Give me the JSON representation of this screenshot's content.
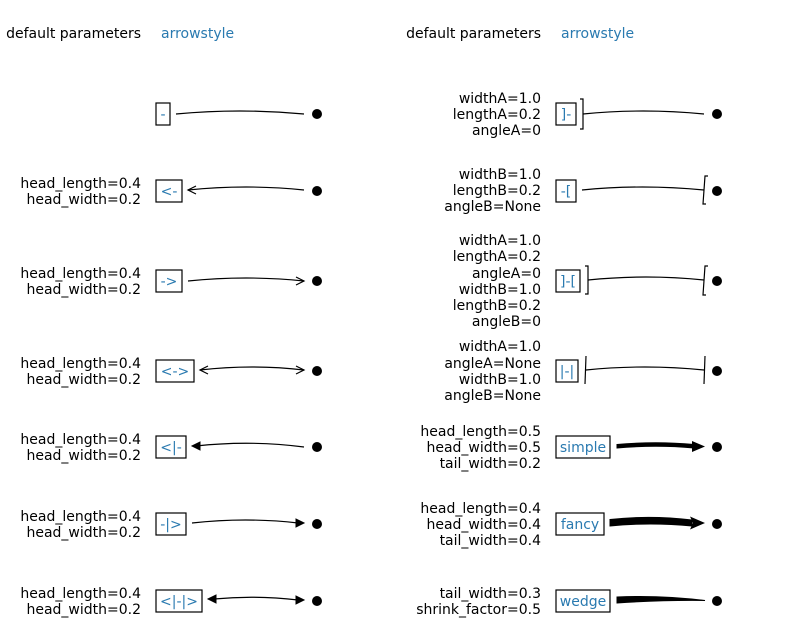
{
  "headers": [
    {
      "params": "default parameters",
      "style": "arrowstyle"
    },
    {
      "params": "default parameters",
      "style": "arrowstyle"
    }
  ],
  "left_column": [
    {
      "style": "-",
      "params": []
    },
    {
      "style": "<-",
      "params": [
        "head_length=0.4",
        "head_width=0.2"
      ]
    },
    {
      "style": "->",
      "params": [
        "head_length=0.4",
        "head_width=0.2"
      ]
    },
    {
      "style": "<->",
      "params": [
        "head_length=0.4",
        "head_width=0.2"
      ]
    },
    {
      "style": "<|-",
      "params": [
        "head_length=0.4",
        "head_width=0.2"
      ]
    },
    {
      "style": "-|>",
      "params": [
        "head_length=0.4",
        "head_width=0.2"
      ]
    },
    {
      "style": "<|-|>",
      "params": [
        "head_length=0.4",
        "head_width=0.2"
      ]
    }
  ],
  "right_column": [
    {
      "style": "]-",
      "params": [
        "widthA=1.0",
        "lengthA=0.2",
        "angleA=0"
      ]
    },
    {
      "style": "-[",
      "params": [
        "widthB=1.0",
        "lengthB=0.2",
        "angleB=None"
      ]
    },
    {
      "style": "]-[",
      "params": [
        "widthA=1.0",
        "lengthA=0.2",
        "angleA=0",
        "widthB=1.0",
        "lengthB=0.2",
        "angleB=0"
      ]
    },
    {
      "style": "|-|",
      "params": [
        "widthA=1.0",
        "angleA=None",
        "widthB=1.0",
        "angleB=None"
      ]
    },
    {
      "style": "simple",
      "params": [
        "head_length=0.5",
        "head_width=0.5",
        "tail_width=0.2"
      ]
    },
    {
      "style": "fancy",
      "params": [
        "head_length=0.4",
        "head_width=0.4",
        "tail_width=0.4"
      ]
    },
    {
      "style": "wedge",
      "params": [
        "tail_width=0.3",
        "shrink_factor=0.5"
      ]
    }
  ],
  "colors": {
    "style_label": "#2a7ab0",
    "text": "#000000"
  }
}
